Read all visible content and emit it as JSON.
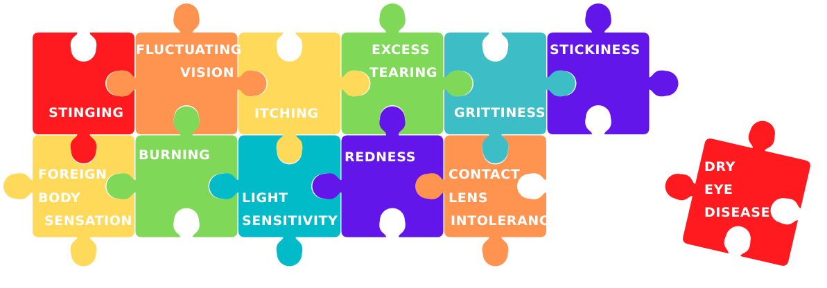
{
  "colors": {
    "red": "#ff1a1f",
    "orange": "#ff9451",
    "yellow": "#ffd95a",
    "green": "#7fd858",
    "teal": "#3dbec6",
    "cyan": "#01bcc8",
    "purple": "#6216ea",
    "label": "#ffffff"
  },
  "pieces": [
    {
      "id": "stinging",
      "color": "red",
      "lines": [
        "STINGING"
      ]
    },
    {
      "id": "fluctuating-vision",
      "color": "orange",
      "lines": [
        "FLUCTUATING",
        "VISION"
      ]
    },
    {
      "id": "itching",
      "color": "yellow",
      "lines": [
        "ITCHING"
      ]
    },
    {
      "id": "excess-tearing",
      "color": "green",
      "lines": [
        "EXCESS",
        "TEARING"
      ]
    },
    {
      "id": "grittiness",
      "color": "teal",
      "lines": [
        "GRITTINESS"
      ]
    },
    {
      "id": "stickiness",
      "color": "purple",
      "lines": [
        "STICKINESS"
      ]
    },
    {
      "id": "foreign-body-sensation",
      "color": "yellow",
      "lines": [
        "FOREIGN",
        "BODY",
        "SENSATION"
      ]
    },
    {
      "id": "burning",
      "color": "green",
      "lines": [
        "BURNING"
      ]
    },
    {
      "id": "light-sensitivity",
      "color": "cyan",
      "lines": [
        "LIGHT",
        "SENSITIVITY"
      ]
    },
    {
      "id": "redness",
      "color": "purple",
      "lines": [
        "REDNESS"
      ]
    },
    {
      "id": "contact-lens-intolerance",
      "color": "orange",
      "lines": [
        "CONTACT",
        "LENS",
        "INTOLERANCE"
      ]
    },
    {
      "id": "dry-eye-disease",
      "color": "red",
      "lines": [
        "DRY",
        "EYE",
        "DISEASE"
      ]
    }
  ]
}
